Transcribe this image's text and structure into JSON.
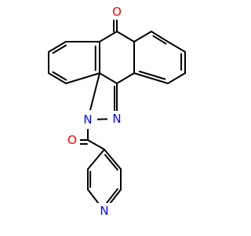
{
  "colors": {
    "background": "#ffffff",
    "bond": "#000000",
    "oxygen": "#ff0000",
    "nitrogen": "#0000ff"
  },
  "atoms": {
    "ketone_oxygen": "O",
    "amide_oxygen": "O",
    "pyrazole_n1": "N",
    "pyrazole_n2": "N",
    "pyridine_nitrogen": "N"
  }
}
